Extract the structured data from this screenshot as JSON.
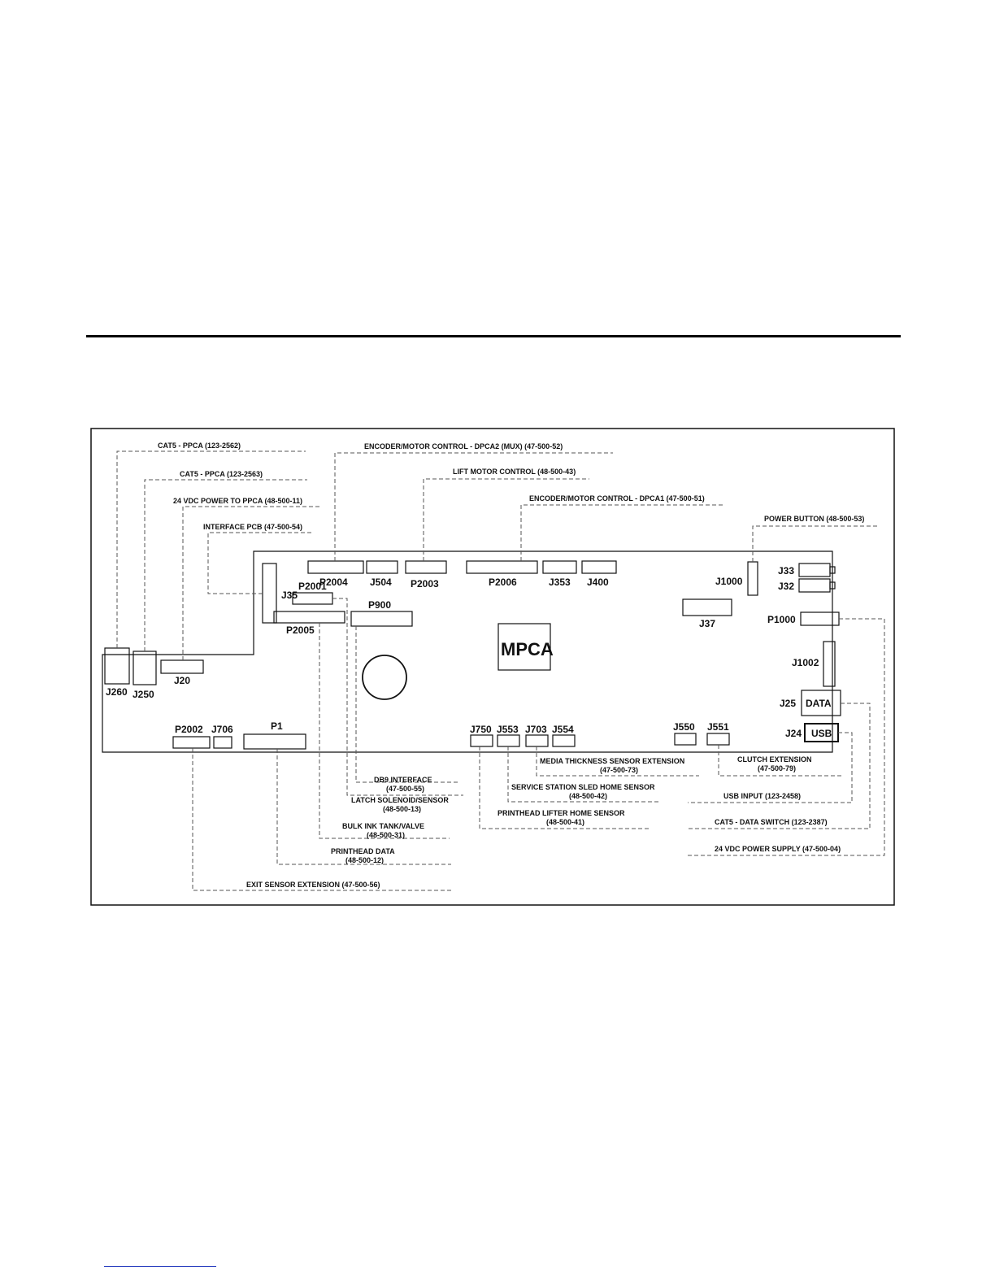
{
  "board": {
    "name": "MPCA"
  },
  "connectors": {
    "J260": "J260",
    "J250": "J250",
    "J20": "J20",
    "J35": "J35",
    "P2004": "P2004",
    "J504": "J504",
    "P2003": "P2003",
    "P2006": "P2006",
    "J353": "J353",
    "J400": "J400",
    "J1000": "J1000",
    "J33": "J33",
    "J32": "J32",
    "P2001": "P2001",
    "P900": "P900",
    "P2005": "P2005",
    "J37": "J37",
    "P1000": "P1000",
    "J1002": "J1002",
    "J25": "J25",
    "DATA": "DATA",
    "J24": "J24",
    "USB": "USB",
    "P2002": "P2002",
    "J706": "J706",
    "P1": "P1",
    "J750": "J750",
    "J553": "J553",
    "J703": "J703",
    "J554": "J554",
    "J550": "J550",
    "J551": "J551"
  },
  "callouts": {
    "cat5_ppca_2562": "CAT5 - PPCA (123-2562)",
    "cat5_ppca_2563": "CAT5 - PPCA (123-2563)",
    "power_24vdc_ppca": "24 VDC POWER TO PPCA (48-500-11)",
    "interface_pcb": "INTERFACE PCB (47-500-54)",
    "encoder_dpca2": "ENCODER/MOTOR CONTROL - DPCA2 (MUX) (47-500-52)",
    "lift_motor": "LIFT MOTOR CONTROL (48-500-43)",
    "encoder_dpca1": "ENCODER/MOTOR CONTROL - DPCA1 (47-500-51)",
    "power_button": "POWER BUTTON (48-500-53)",
    "db9_interface": "DB9 INTERFACE",
    "db9_part": "(47-500-55)",
    "latch": "LATCH SOLENOID/SENSOR",
    "latch_part": "(48-500-13)",
    "bulk_ink": "BULK INK TANK/VALVE",
    "bulk_ink_part": "(48-500-31)",
    "printhead_data": "PRINTHEAD DATA",
    "printhead_data_part": "(48-500-12)",
    "exit_sensor": "EXIT SENSOR EXTENSION (47-500-56)",
    "media_thickness": "MEDIA THICKNESS SENSOR EXTENSION",
    "media_thickness_part": "(47-500-73)",
    "service_station": "SERVICE STATION SLED HOME SENSOR",
    "service_station_part": "(48-500-42)",
    "printhead_lifter": "PRINTHEAD LIFTER HOME SENSOR",
    "printhead_lifter_part": "(48-500-41)",
    "clutch": "CLUTCH EXTENSION",
    "clutch_part": "(47-500-79)",
    "usb_input": "USB INPUT (123-2458)",
    "cat5_data_switch": "CAT5 - DATA SWITCH (123-2387)",
    "power_supply_24vdc": "24 VDC POWER SUPPLY (47-500-04)"
  }
}
